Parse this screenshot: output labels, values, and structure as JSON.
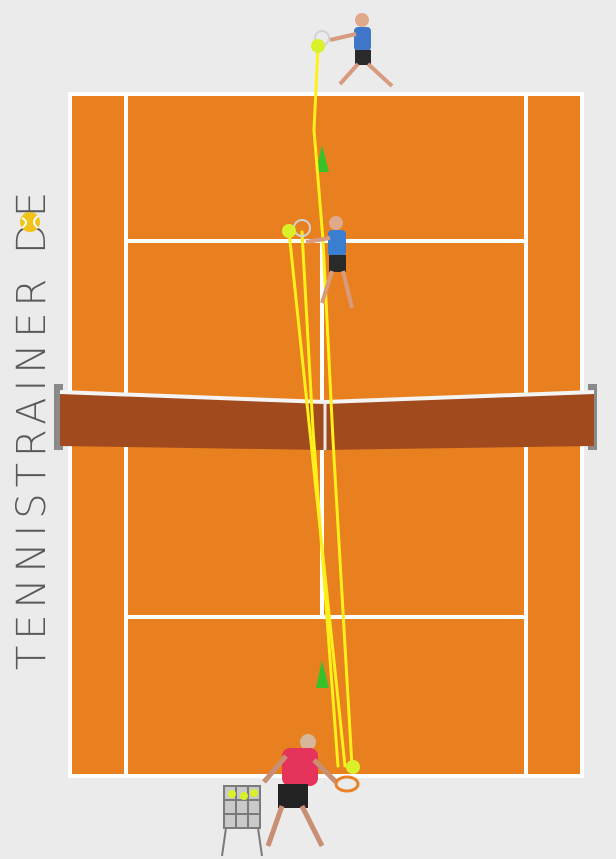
{
  "brand": {
    "name": "TENNISTRAINER",
    "suffix": "DE"
  },
  "colors": {
    "background": "#ebebeb",
    "court_clay": "#e8801f",
    "lines": "#ffffff",
    "net": "#a04a1e",
    "ball_path": "#ffef1a",
    "ball": "#d9f02a",
    "cone": "#39c12b",
    "brand_text": "#595959"
  },
  "scene": {
    "court": "clay tennis court, top view",
    "net": "net",
    "cones": [
      "target-cone-top",
      "target-cone-bottom"
    ],
    "players": [
      "player-baseline-top",
      "player-service-line-top",
      "player-feeder-bottom"
    ],
    "equipment": [
      "ball-basket-cart"
    ],
    "ball_paths": [
      "path-bottom-to-volley",
      "path-volley-to-bottom",
      "path-to-top-baseline"
    ]
  }
}
